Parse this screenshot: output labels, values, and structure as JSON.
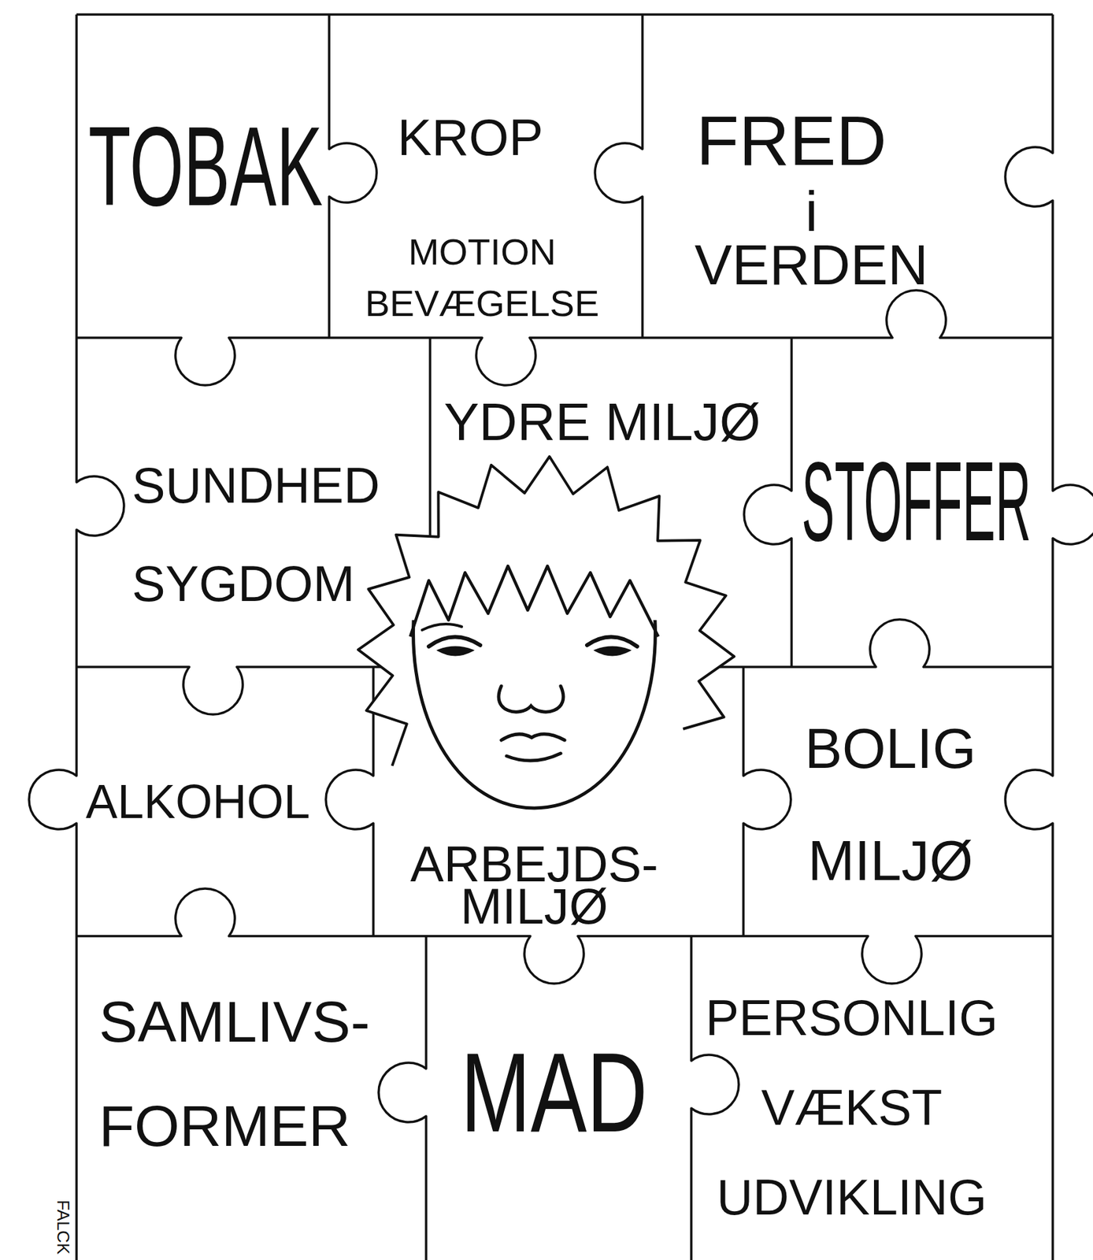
{
  "diagram": {
    "nodes": [
      {
        "text": [
          "TOBAK"
        ]
      },
      {
        "text": [
          "KROP",
          "MOTION BEVÆGELSE"
        ]
      },
      {
        "text": [
          "FRED",
          "i VERDEN"
        ]
      },
      {
        "text": [
          "SUNDHED SYGDOM"
        ]
      },
      {
        "text": [
          "YDRE MILJØ"
        ]
      },
      {
        "text": [
          "STOFFER"
        ]
      },
      {
        "text": [
          "ALKOHOL"
        ]
      },
      {
        "text": [
          "ARBEJDS- MILJØ"
        ]
      },
      {
        "text": [
          "BOLIG MILJØ"
        ]
      },
      {
        "text": [
          "SAMLIVS- FORMER"
        ]
      },
      {
        "text": [
          "MAD"
        ]
      },
      {
        "text": [
          "PERSONLIG VÆKST UDVIKLING"
        ]
      }
    ],
    "labels": [
      "FALCK"
    ]
  }
}
